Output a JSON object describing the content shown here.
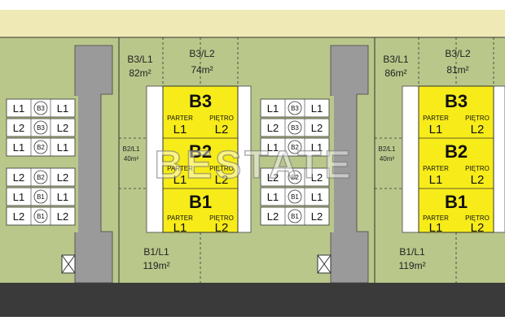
{
  "watermark": "BESTATE",
  "colors": {
    "road": "#3a3a3a",
    "lawn": "#b9c78a",
    "top_band": "#efe9b6",
    "path": "#9a9a9a",
    "building": "#f7ec19",
    "box": "#ffffff",
    "line": "#333333"
  },
  "plots": [
    {
      "top_labels": [
        {
          "code": "B3/L1",
          "area": "82m²"
        },
        {
          "code": "B3/L2",
          "area": "74m²"
        }
      ],
      "side_label": {
        "code": "B2/L1",
        "area": "40m²"
      },
      "bottom_label": {
        "code": "B1/L1",
        "area": "119m²"
      },
      "building": [
        {
          "name": "B3",
          "floor_left": "PARTER",
          "floor_right": "PIĘTRO",
          "unit_left": "L1",
          "unit_right": "L2"
        },
        {
          "name": "B2",
          "floor_left": "PARTER",
          "floor_right": "PIĘTRO",
          "unit_left": "L1",
          "unit_right": "L2"
        },
        {
          "name": "B1",
          "floor_left": "PARTER",
          "floor_right": "PIĘTRO",
          "unit_left": "L1",
          "unit_right": "L2"
        }
      ]
    },
    {
      "top_labels": [
        {
          "code": "B3/L1",
          "area": "86m²"
        },
        {
          "code": "B3/L2",
          "area": "81m²"
        }
      ],
      "side_label": {
        "code": "B2/L1",
        "area": "40m²"
      },
      "bottom_label": {
        "code": "B1/L1",
        "area": "119m²"
      },
      "building": [
        {
          "name": "B3",
          "floor_left": "PARTER",
          "floor_right": "PIĘTRO",
          "unit_left": "L1",
          "unit_right": "L2"
        },
        {
          "name": "B2",
          "floor_left": "PARTER",
          "floor_right": "PIĘTRO",
          "unit_left": "L1",
          "unit_right": "L2"
        },
        {
          "name": "B1",
          "floor_left": "PARTER",
          "floor_right": "PIĘTRO",
          "unit_left": "L1",
          "unit_right": "L2"
        }
      ]
    }
  ],
  "legend_rows": [
    {
      "left": "L1",
      "badge": "B3",
      "right": "L1"
    },
    {
      "left": "L2",
      "badge": "B3",
      "right": "L2"
    },
    {
      "left": "L1",
      "badge": "B2",
      "right": "L1"
    },
    {
      "left": "L2",
      "badge": "B2",
      "right": "L2"
    },
    {
      "left": "L1",
      "badge": "B1",
      "right": "L1"
    },
    {
      "left": "L2",
      "badge": "B1",
      "right": "L2"
    }
  ]
}
